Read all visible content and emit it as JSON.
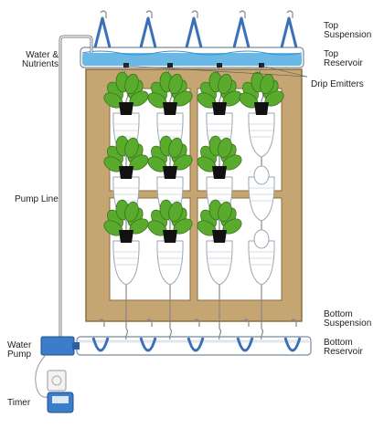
{
  "labels": {
    "top_suspension": "Top\nSuspension",
    "top_reservoir": "Top\nReservoir",
    "water_nutrients": "Water &\nNutrients",
    "drip_emitters": "Drip Emitters",
    "pump_line": "Pump Line",
    "bottom_suspension": "Bottom\nSuspension",
    "bottom_reservoir": "Bottom\nReservoir",
    "water_pump": "Water\nPump",
    "timer": "Timer"
  },
  "colors": {
    "frame_wood": "#c5a673",
    "frame_edge": "#8a6e3e",
    "reservoir_water": "#6ab8e6",
    "tube_blue": "#3a6fb7",
    "pump_blue": "#3b7dc9",
    "leaf_green": "#5aaa2e",
    "pot_black": "#111111"
  }
}
